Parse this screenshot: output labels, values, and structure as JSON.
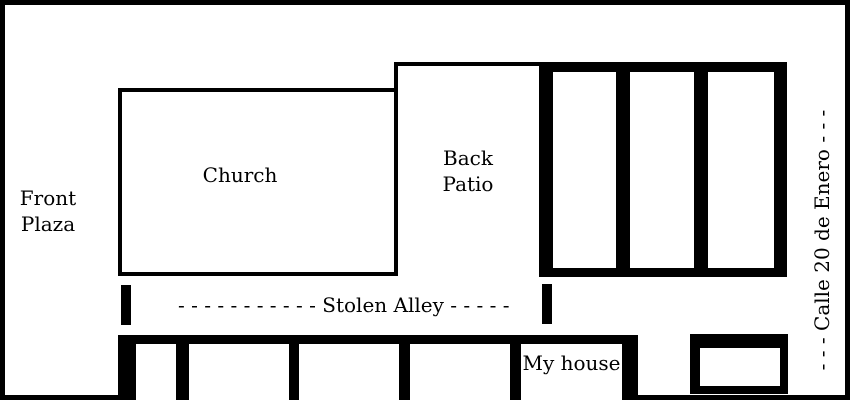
{
  "map": {
    "labels": {
      "front_plaza": [
        "Front",
        "Plaza"
      ],
      "church": "Church",
      "back_patio": [
        "Back",
        "Patio"
      ],
      "stolen_alley": "- - - - - - - - - - - Stolen Alley - - - - -",
      "my_house": "My house",
      "street": "- - - Calle 20 de Enero - - -"
    },
    "colors": {
      "background": "#ffffff",
      "ink": "#000000"
    }
  }
}
